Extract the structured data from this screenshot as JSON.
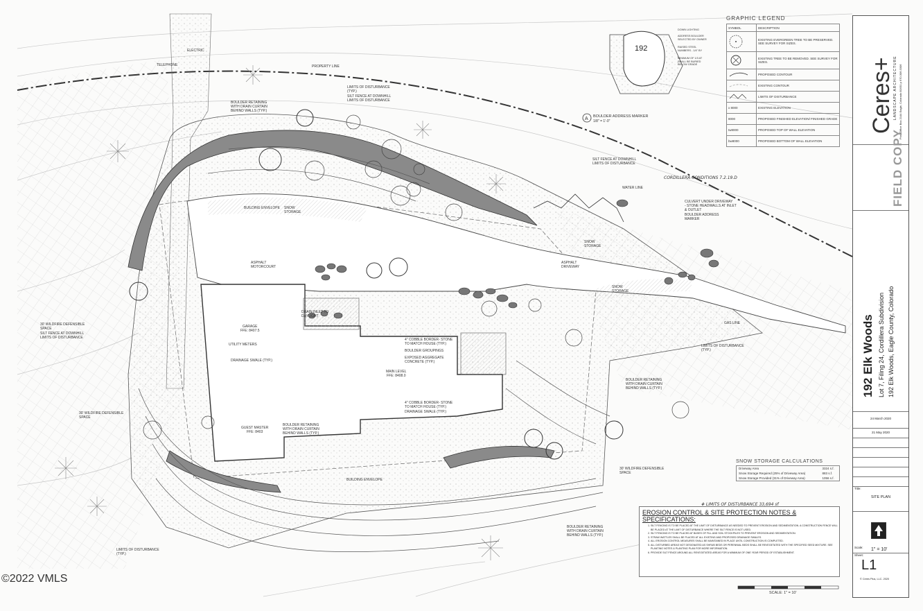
{
  "graphic_legend": {
    "title": "GRAPHIC LEGEND",
    "col_symbol": "SYMBOL",
    "col_description": "DESCRIPTION",
    "rows": [
      {
        "symbol": "tree-preserve-icon",
        "description": "EXISTING EVERGREEN TREE TO BE PRESERVED. SEE SURVEY FOR SIZES."
      },
      {
        "symbol": "tree-remove-icon",
        "description": "EXISTING TREE TO BE REMOVED. SEE SURVEY FOR SIZES."
      },
      {
        "symbol": "proposed-contour-icon",
        "description": "PROPOSED CONTOUR"
      },
      {
        "symbol": "existing-contour-icon",
        "description": "EXISTING CONTOUR"
      },
      {
        "symbol": "disturbance-limit-icon",
        "description": "LIMITS OF DISTURBANCE"
      },
      {
        "symbol": "x 8000",
        "description": "EXISTING ELEVATION"
      },
      {
        "symbol": "8000",
        "description": "PROPOSED FINISHED ELEVATION/ FINISHED GRADE"
      },
      {
        "symbol": "tw8000",
        "description": "PROPOSED TOP OF WALL ELEVATION"
      },
      {
        "symbol": "bw8000",
        "description": "PROPOSED BOTTOM OF WALL ELEVATION"
      }
    ]
  },
  "boulder_marker": {
    "number": "192",
    "caption": "BOULDER ADDRESS MARKER",
    "scale": "1/8\" = 1'-0\"",
    "notes": [
      "DOWN LIGHTING",
      "ADDRESS BOULDER SELECTED BY OWNER",
      "RAISED STEEL NUMBERS - 1/4\" BY",
      "MINIMUM OF 1/3 AT SHALL BE BURIED BELOW GRADE"
    ]
  },
  "snow_storage": {
    "title": "SNOW STORAGE CALCULATIONS",
    "rows": [
      {
        "label": "Driveway Area",
        "value": "3324 s.f."
      },
      {
        "label": "Snow Storage Required (25% of Driveway Area)",
        "value": "883 s.f."
      },
      {
        "label": "Snow Storage Provided (31% of Driveway Area)",
        "value": "1056 s.f."
      }
    ]
  },
  "erosion": {
    "title": "EROSION CONTROL & SITE PROTECTION NOTES & SPECIFICATIONS:",
    "items": [
      "SILT FENCING IS TO BE PLACED AT THE LIMIT OF DISTURBANCE AS NEEDED TO PREVENT EROSION AND SEDIMENTATION. A CONSTRUCTION FENCE WILL BE PLACED AT THE LIMIT OF DISTURBANCE WHERE THE SILT FENCE IS NOT USED.",
      "SILT FENCING IS TO BE PLACED AT BASES OF FILL AND SOIL STOCKPILES TO PREVENT EROSION AND SEDIMENTATION.",
      "STRAW WATTLES SHALL BE PLACED AT ALL EXISTING AND PROPOSED DRAINAGE SWALES.",
      "ALL EROSION CONTROL MEASURES SHALL BE MAINTAINED IN PLACE UNTIL CONSTRUCTION IS COMPLETED.",
      "ALL DISTURBED AREAS NOT DESIGNATED AS SHRUB BEDS OR PERENNIAL BEDS SHALL BE REVEGETATED WITH THE SPECIFIED SEED MIXTURE. SEE PLANTING NOTES & PLANTING PLAN FOR MORE INFORMATION.",
      "PROVIDE SILT FENCE AROUND ALL REVEGETATED AREAS FOR A MINIMUM OF ONE YEAR PERIOD OF ESTABLISHMENT."
    ]
  },
  "title_block": {
    "firm": "Ceres+",
    "firm_sub": "LANDSCAPE ARCHITECTURE",
    "address": "Post Office Box 2144 Eagle, Colorado 81631 p 970.306.3306",
    "stamp": "FIELD COPY",
    "project": "192 Elk Woods",
    "lot": "Lot 7, Filing 24, Cordillera Subdivision",
    "location": "192 Elk Woods, Eagle County, Colorado",
    "dates": [
      "24 March 2020",
      "21 May 2020"
    ],
    "title_label": "Title:",
    "title": "SITE PLAN",
    "scale_label": "Scale:",
    "scale": "1\" = 10'",
    "sheet_label": "Sheet:",
    "sheet": "L1",
    "copyright": "© Ceres Plus, LLC. 2020"
  },
  "plan_labels": {
    "garage": "GARAGE\nFFE: 8407.5",
    "main_level": "MAIN LEVEL\nFFE: 8408.0",
    "guest_master": "GUEST MASTER\nFFE: 8403",
    "asphalt_court": "ASPHALT\nMOTORCOURT",
    "asphalt_drive": "ASPHALT\nDRIVEWAY",
    "building_envelope": "BUILDING ENVELOPE",
    "utility_meters": "UTILITY METERS",
    "gas_line": "GAS LINE",
    "water_line": "WATER LINE",
    "cobble_border": "4\" COBBLE BORDER- STONE\nTO MATCH HOUSE (TYP.)",
    "boulder_retaining": "BOULDER RETAINING\nWITH DRAIN CURTAIN\nBEHIND WALLS (TYP.)",
    "limits": "LIMITS OF DISTURBANCE\n(TYP.)",
    "silt_fence": "SILT FENCE AT DOWNHILL\nLIMITS OF DISTURBANCE",
    "wildfire": "30' WILDFIRE DEFENSIBLE\nSPACE",
    "drainage_swale": "DRAINAGE SWALE (TYP.)",
    "drain_inlet": "DRAIN INLET TO\nDAYLIGHT",
    "boulder_groupings": "BOULDER GROUPINGS",
    "exposed_agg": "EXPOSED AGGREGATE\nCONCRETE (TYP.)",
    "snow_storage": "SNOW\nSTORAGE",
    "culvert": "CULVERT UNDER DRIVEWAY\n- STONE HEADWALLS AT INLET\n& OUTLET",
    "address_marker": "BOULDER ADDRESS\nMARKER",
    "telephone": "TELEPHONE",
    "electric": "ELECTRIC",
    "property_line": "PROPERTY LINE",
    "hand_note_1": "CORDILLERA CONDITIONS  7.2.19.D",
    "hand_note_2": "# LIMITS OF DISTURBANCE 33,694 sf",
    "scale_bar": "SCALE: 1\" = 10'"
  },
  "watermark": "©2022 VMLS"
}
